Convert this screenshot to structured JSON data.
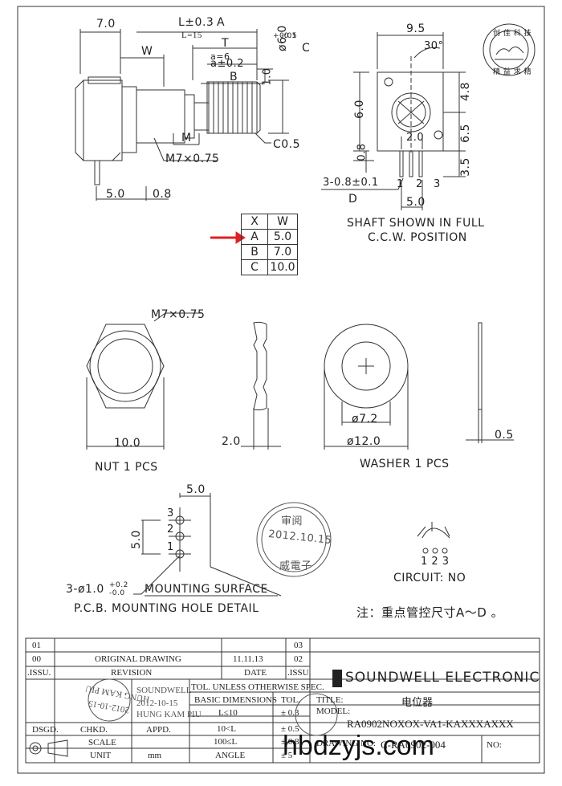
{
  "side_view": {
    "dim_7_0": "7.0",
    "dim_L": "L±0.3",
    "label_A": "A",
    "dim_L15": "L=15",
    "dim_W": "W",
    "dim_T": "T",
    "dim_a6": "a=6",
    "dim_a02": "a±0.2",
    "label_B": "B",
    "dim_1_0": "1.0",
    "dim_dia6": "ø6.0",
    "tol_plus": "+0.05",
    "tol_minus": "-0.1",
    "label_C": "C",
    "dim_M": "M",
    "chamfer": "C0.5",
    "thread": "M7×0.75",
    "dim_5_0": "5.0",
    "dim_0_8": "0.8"
  },
  "front_view": {
    "dim_9_5": "9.5",
    "angle": "30°",
    "dim_4_8": "4.8",
    "dim_6_0": "6.0",
    "dim_6_5": "6.5",
    "dim_2_0": "2.0",
    "dim_0_8": "0.8",
    "dim_3_5": "3.5",
    "pins_dim": "3-0.8±0.1",
    "pin1": "1",
    "pin2": "2",
    "pin3": "3",
    "label_D": "D",
    "dim_5_0": "5.0",
    "caption_1": "SHAFT SHOWN IN FULL",
    "caption_2": "C.C.W. POSITION"
  },
  "xw_table": {
    "header": [
      "X",
      "W"
    ],
    "rows": [
      [
        "A",
        "5.0"
      ],
      [
        "B",
        "7.0"
      ],
      [
        "C",
        "10.0"
      ]
    ]
  },
  "nut": {
    "thread": "M7×0.75",
    "dim_10": "10.0",
    "dim_2": "2.0",
    "caption": "NUT 1 PCS"
  },
  "washer": {
    "dim_inner": "ø7.2",
    "dim_outer": "ø12.0",
    "dim_thk": "0.5",
    "caption": "WASHER 1 PCS"
  },
  "pcb": {
    "dim_5_0_top": "5.0",
    "dim_5_0_side": "5.0",
    "pin3": "3",
    "pin2": "2",
    "pin1": "1",
    "holes": "3-ø1.0",
    "hole_tol_plus": "+0.2",
    "hole_tol_minus": "-0.0",
    "mounting": "MOUNTING SURFACE",
    "caption": "P.C.B. MOUNTING HOLE DETAIL"
  },
  "stamp1": {
    "top": "审阅",
    "date": "2012.10.15",
    "bottom": "威電子"
  },
  "circuit": {
    "pins": "1 2 3",
    "caption": "CIRCUIT: NO"
  },
  "note": "注：重点管控尺寸A～D 。",
  "logo": {
    "top": "创 佳 科 技",
    "bottom": "精 益 求 精"
  },
  "title_block": {
    "rev01": "01",
    "rev00": "00",
    "issu": ".ISSU.",
    "original": "ORIGINAL  DRAWING",
    "orig_date": "11.11.13",
    "revision": "REVISION",
    "date_hdr": "DATE",
    "r03": "03",
    "r02": "02",
    "issu2": ".ISSU.",
    "company": "SOUNDWELL  ELECTRONIC",
    "tol_hdr": "TOL. UNLESS OTHERWISE SPEC.",
    "basic": "BASIC DIMENSIONS",
    "tol": "TOL.",
    "row1_dim": "L≤10",
    "row1_tol": "± 0.3",
    "row2_dim": "10<L",
    "row2_tol": "± 0.5",
    "row3_dim": "100≤L",
    "row3_tol": "± 0.8",
    "angle": "ANGLE",
    "angle_tol": "± 5",
    "title_lbl": "TITLE:",
    "title_val": "电位器",
    "model_lbl": "MODEL:",
    "model_val": "RA0902NOXOX-VA1-KAXXXAXXX",
    "drawing_lbl": "DRAWING NO:",
    "drawing_val": "C-RA0902-004",
    "no_lbl": "NO:",
    "dsgd": "DSGD.",
    "chkd": "CHKD.",
    "appd": "APPD.",
    "scale": "SCALE",
    "unit": "UNIT",
    "unit_val": "mm",
    "stamp2_name": "HUNG KAM PIU",
    "stamp2_date": "2012-10-15",
    "stamp3_name": "SOUNDWELL",
    "stamp3_date": "2012-10-15",
    "stamp3_bottom": "HUNG KAM PIU"
  },
  "watermark": "hbdzyjs.com"
}
